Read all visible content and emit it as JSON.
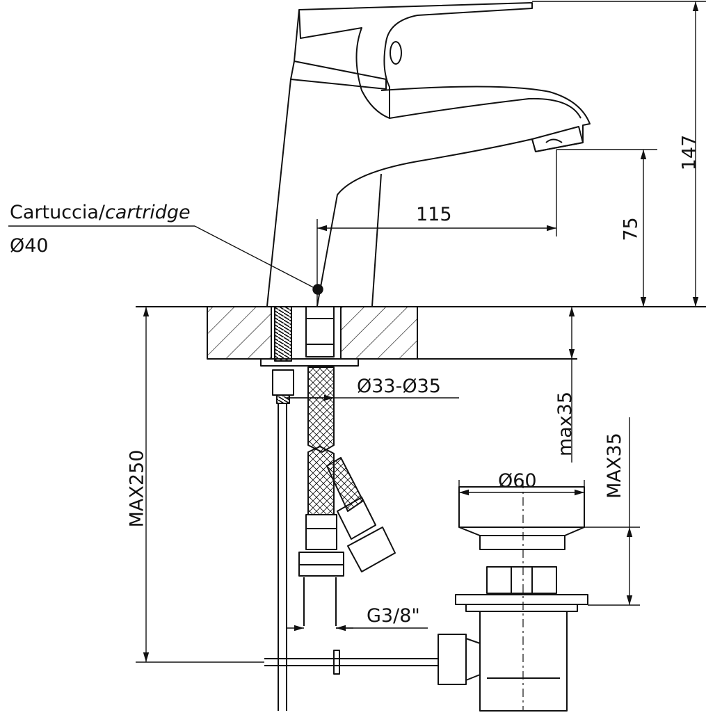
{
  "labels": {
    "cartridge_prefix": "Cartuccia/",
    "cartridge_italic": "cartridge",
    "cartridge_diameter": "Ø40",
    "dim_spout_reach": "115",
    "dim_spout_height": "75",
    "dim_total_height": "147",
    "dim_hole_diameter": "Ø33-Ø35",
    "dim_deck_max": "max35",
    "dim_overall_max": "MAX250",
    "dim_waste_diameter": "Ø60",
    "dim_waste_max": "MAX35",
    "dim_thread": "G3/8\""
  },
  "colors": {
    "line": "#111111",
    "background": "#ffffff"
  }
}
